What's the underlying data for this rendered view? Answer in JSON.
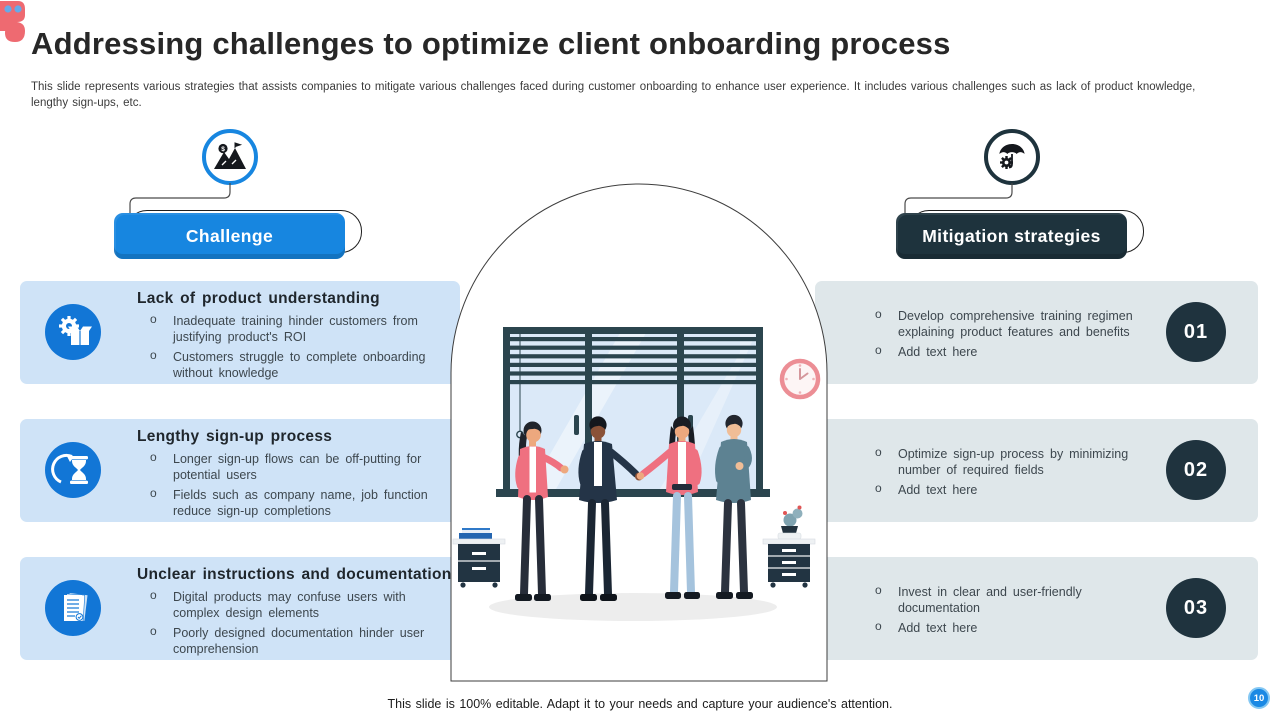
{
  "slide": {
    "title": "Addressing challenges to optimize client onboarding process",
    "subtitle": "This slide represents various strategies that assists companies to mitigate various challenges faced during customer onboarding to enhance user experience. It includes various challenges such as lack of product knowledge, lengthy sign-ups, etc.",
    "footer": "This slide is 100% editable. Adapt it to your needs and capture your audience's attention.",
    "page_number": "10"
  },
  "columns": {
    "challenge": {
      "label": "Challenge",
      "icon": "mountain-challenge-icon"
    },
    "mitigation": {
      "label": "Mitigation strategies",
      "icon": "umbrella-gear-icon"
    }
  },
  "challenges": [
    {
      "icon": "gear-box-product-icon",
      "title": "Lack of product understanding",
      "bullets": [
        "Inadequate training hinder customers from justifying product's ROI",
        "Customers struggle to complete onboarding without knowledge"
      ]
    },
    {
      "icon": "hourglass-time-icon",
      "title": "Lengthy sign-up process",
      "bullets": [
        "Longer sign-up flows can be off-putting for potential users",
        "Fields such as company name, job function reduce sign-up completions"
      ]
    },
    {
      "icon": "documents-icon",
      "title": "Unclear instructions and documentation",
      "bullets": [
        "Digital products may confuse users with complex design elements",
        "Poorly designed documentation hinder user comprehension"
      ]
    }
  ],
  "mitigations": [
    {
      "number": "01",
      "bullets": [
        "Develop comprehensive training regimen explaining product features and benefits",
        "Add text here"
      ]
    },
    {
      "number": "02",
      "bullets": [
        "Optimize sign-up process by minimizing number of required fields",
        "Add text here"
      ]
    },
    {
      "number": "03",
      "bullets": [
        "Invest in clear and user-friendly documentation",
        "Add text here"
      ]
    }
  ],
  "colors": {
    "accent_blue": "#1786e0",
    "icon_blue": "#1276d6",
    "dark_slate": "#1e333d",
    "row_blue_bg": "#cfe3f7",
    "row_gray_bg": "#dfe7ea",
    "coral": "#ef7080",
    "page_badge_blue": "#1b89e4"
  }
}
